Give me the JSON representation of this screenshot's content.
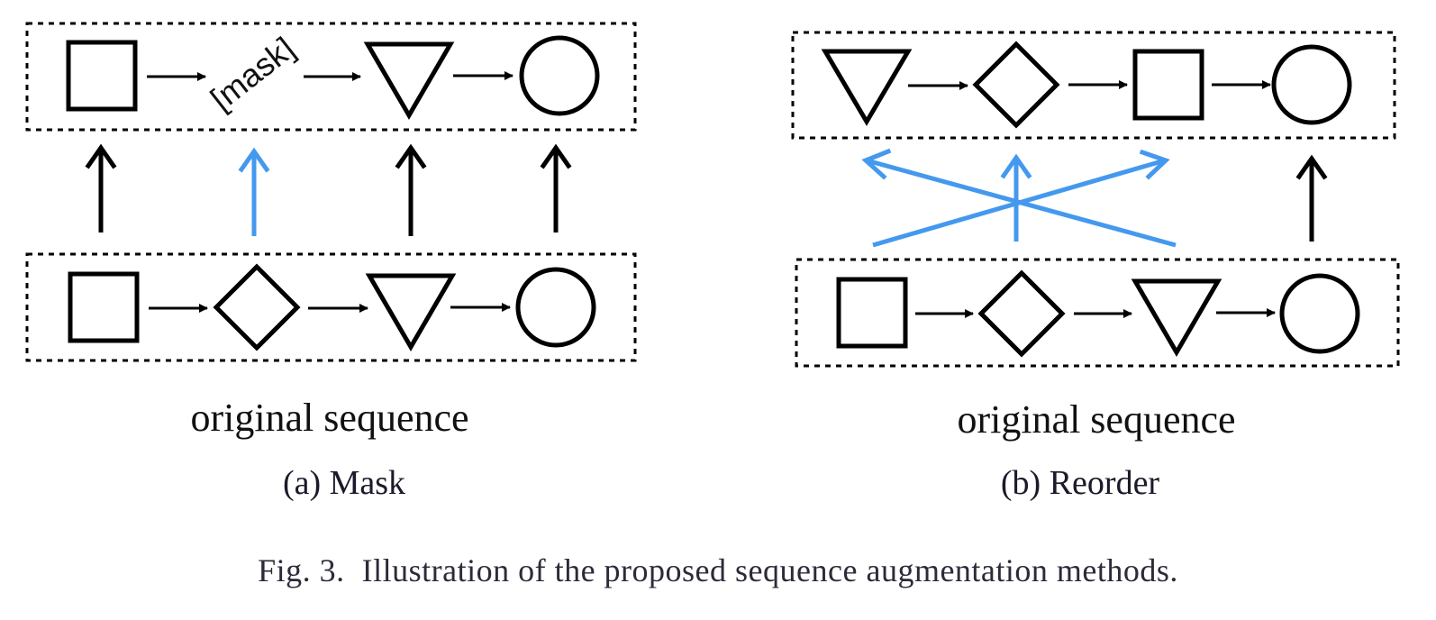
{
  "figure": {
    "caption": "Fig. 3.  Illustration of the proposed sequence augmentation methods.",
    "colors": {
      "highlight": "#4499ee",
      "stroke": "#000000"
    }
  },
  "panel_a": {
    "caption": "(a) Mask",
    "bottom_label": "original sequence",
    "mask_token": "[mask]",
    "original_sequence": [
      "square",
      "diamond",
      "triangle-down",
      "circle"
    ],
    "augmented_sequence": [
      "square",
      "[mask]",
      "triangle-down",
      "circle"
    ],
    "highlighted_index": 1
  },
  "panel_b": {
    "caption": "(b) Reorder",
    "bottom_label": "original sequence",
    "original_sequence": [
      "square",
      "diamond",
      "triangle-down",
      "circle"
    ],
    "augmented_sequence": [
      "triangle-down",
      "diamond",
      "square",
      "circle"
    ],
    "reordered_span": [
      0,
      1,
      2
    ]
  }
}
